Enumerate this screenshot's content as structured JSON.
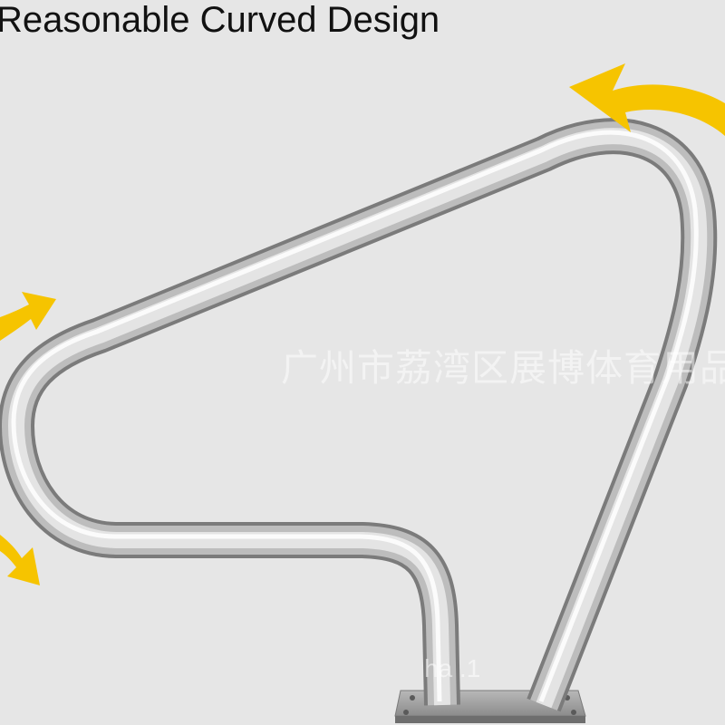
{
  "headline": "Reasonable Curved Design",
  "watermark_text": "广州市荔湾区展博体育用品商行",
  "base_mark_text": "ha    .1",
  "colors": {
    "background": "#e6e6e6",
    "arrow": "#f6c400",
    "steel_light": "#ffffff",
    "steel_mid": "#c9c9c9",
    "steel_dark": "#7b7b7b",
    "headline": "#111111"
  },
  "icons": {
    "curve_arrow": "curved-arrow-icon"
  }
}
